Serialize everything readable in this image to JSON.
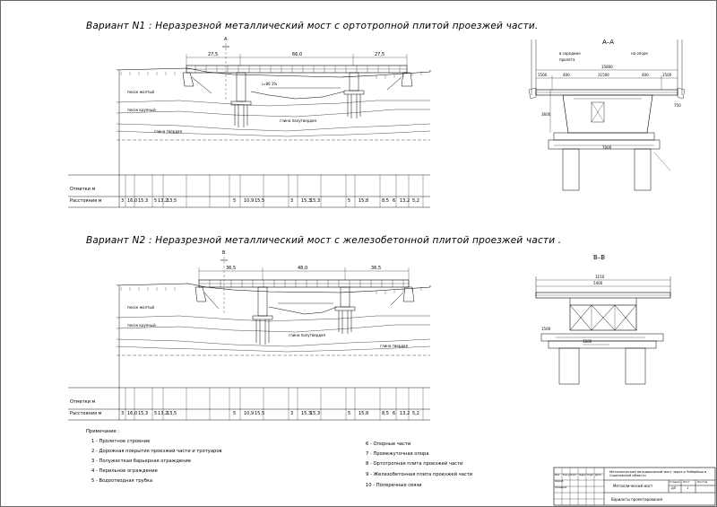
{
  "variant1": {
    "title": "Вариант N1 :  Неразрезной металлический мост с ортотропной плитой проезжей части.",
    "spans": [
      "27,5",
      "66,0",
      "27,5"
    ],
    "label_A": "A",
    "grade_label": "i=80 1%",
    "layers": [
      "песок желтый",
      "песок крупный",
      "глина полутвердая",
      "глина твердая"
    ],
    "elevations_lbl": "Отметки  м",
    "distances_lbl": "Расстояния  м",
    "distances": [
      "3",
      "16,0",
      "15,3",
      "5",
      "13,2",
      "13,5",
      "5",
      "10,9",
      "15,5",
      "3",
      "15,3",
      "15,3",
      "5",
      "15,8",
      "8,5",
      "6",
      "13,2",
      "5,2"
    ]
  },
  "section_AA": {
    "title": "A–A",
    "left_note1": "в середине",
    "left_note2": "пролета",
    "right_note": "на опоре",
    "dims": [
      "15800",
      "1500",
      "400",
      "11500",
      "400",
      "1500",
      "3600",
      "750",
      "7000"
    ]
  },
  "variant2": {
    "title": "Вариант N2 : Неразрезной металлический мост с железобетонной плитой проезжей части .",
    "spans": [
      "36,5",
      "48,0",
      "36,5"
    ],
    "label_B": "B",
    "layers": [
      "песок желтый",
      "песок крупный",
      "глина полутвердая",
      "глина твердая"
    ],
    "elevations_lbl": "Отметки  м",
    "distances_lbl": "Расстояния  м",
    "distances": [
      "3",
      "16,0",
      "15,3",
      "5",
      "13,2",
      "13,5",
      "5",
      "10,9",
      "15,5",
      "3",
      "15,3",
      "15,3",
      "5",
      "15,8",
      "8,5",
      "6",
      "13,2",
      "5,2"
    ]
  },
  "section_BB": {
    "title": "B–B",
    "dims": [
      "1150",
      "5400",
      "1600",
      "1500"
    ]
  },
  "notes": {
    "heading": "Примечание :",
    "left": [
      "1 - Пролетное строение",
      "2 - Дорожная покрытия проезжей части и тротуаров",
      "3 - Полужесткая барьерная ограждение",
      "4 - Перильное ограждение",
      "5 - Водоотводная трубка"
    ],
    "right": [
      "6 - Опорные части",
      "7 - Промежуточная опора",
      "8 - Ортотропная плита проезжей части",
      "9 - Железобетонная плита проезжей части",
      "10 - Поперечные связи"
    ]
  },
  "stamp": {
    "project": "Металлический автодорожный мост через р.Чебарбаш в Саратовской области",
    "sheet_title": "Металлический мост",
    "variants": "Варианты  проектирования",
    "stage_lbl": "Стадия",
    "sheet_lbl": "Лист",
    "sheets_lbl": "Листов",
    "stage_val": "ДП",
    "sheet_val": "1",
    "cols": [
      "Изм",
      "Кол.уч",
      "Лист",
      "№док",
      "Подп",
      "Дата"
    ],
    "roles": [
      "Разраб.",
      "Проверил"
    ]
  }
}
